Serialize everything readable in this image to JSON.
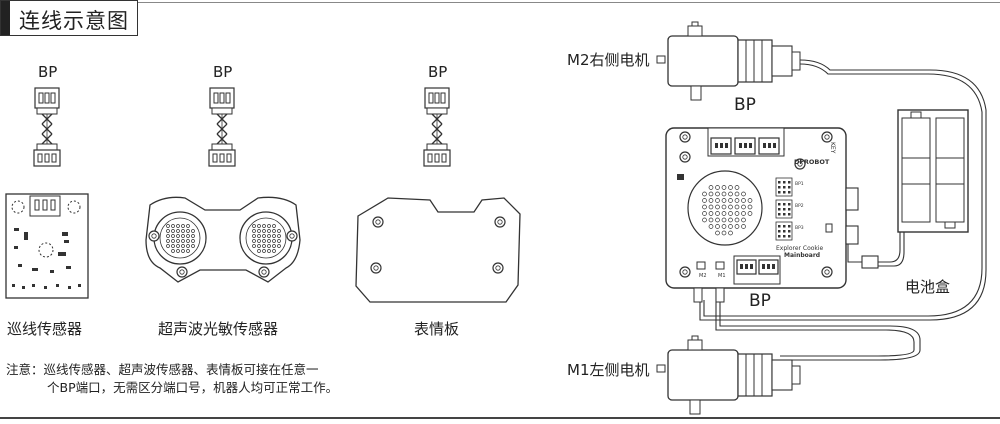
{
  "title": "连线示意图",
  "sensors": [
    {
      "bp": "BP",
      "name": "巡线传感器"
    },
    {
      "bp": "BP",
      "name": "超声波光敏传感器"
    },
    {
      "bp": "BP",
      "name": "表情板"
    }
  ],
  "board": {
    "motor_right": "M2右侧电机",
    "motor_left": "M1左侧电机",
    "bp_top": "BP",
    "bp_bottom": "BP",
    "battery": "电池盒",
    "brand": "DFROBOT",
    "model_line1": "Explorer Cookie",
    "model_line2": "Mainboard",
    "key_label": "KEY",
    "m1_label": "M1",
    "m2_label": "M2",
    "bp_header_labels": [
      "BP1",
      "BP2",
      "BP3"
    ]
  },
  "note": {
    "line1": "注意：巡线传感器、超声波传感器、表情板可接在任意一",
    "line2": "个BP端口，无需区分端口号，机器人均可正常工作。"
  }
}
